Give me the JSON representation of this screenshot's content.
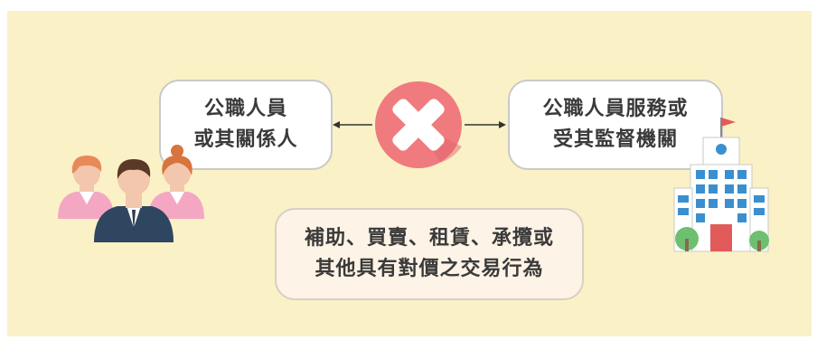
{
  "diagram": {
    "left_box": {
      "lines": [
        "公職人員",
        "或其關係人"
      ]
    },
    "right_box": {
      "lines": [
        "公職人員服務或",
        "受其監督機關"
      ]
    },
    "bottom_box": {
      "lines": [
        "補助、買賣、租賃、承攬或",
        "其他具有對價之交易行為"
      ]
    },
    "colors": {
      "background": "#fbf1c6",
      "cross_circle": "#f07b7f",
      "people_pink": "#f4a7c3",
      "building_blue": "#3a8fcf"
    },
    "icons": [
      "people-icon",
      "cross-icon",
      "building-icon",
      "arrow-left-icon",
      "arrow-right-icon"
    ]
  }
}
